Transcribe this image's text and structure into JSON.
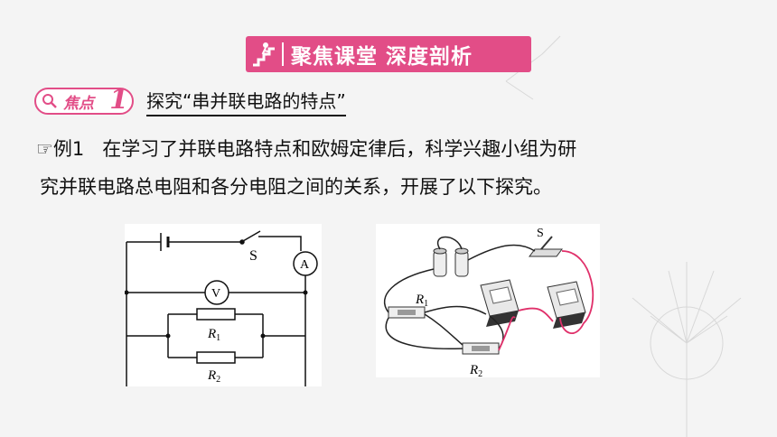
{
  "banner": {
    "title": "聚焦课堂 深度剖析",
    "icon": "stairs-figure-icon"
  },
  "topic": {
    "badge_label": "焦点",
    "badge_number": "1",
    "title": "探究“串并联电路的特点”"
  },
  "example": {
    "pointer": "☞",
    "label": "例1",
    "line1": "在学习了并联电路特点和欧姆定律后，科学兴趣小组为研",
    "line2": "究并联电路总电阻和各分电阻之间的关系，开展了以下探究。"
  },
  "circuit_diagram": {
    "switch": "S",
    "ammeter": "A",
    "voltmeter": "V",
    "r1": "R",
    "r1_sub": "1",
    "r2": "R",
    "r2_sub": "2"
  },
  "photo_diagram": {
    "switch": "S",
    "r1": "R",
    "r1_sub": "1",
    "r2": "R",
    "r2_sub": "2",
    "wire_color": "#e0306a"
  }
}
